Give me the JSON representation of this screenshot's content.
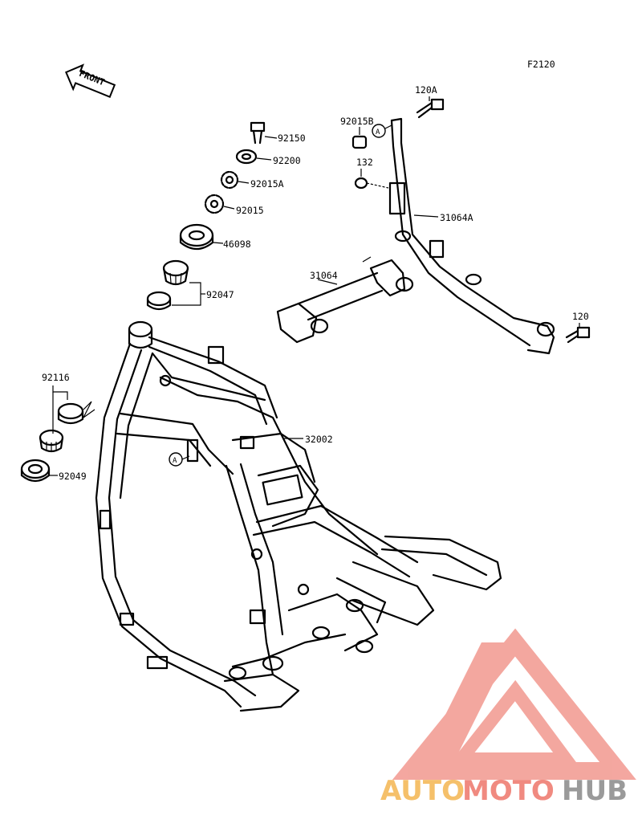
{
  "figure_code": "F2120",
  "front_label": "FRONT",
  "callout_A": "A",
  "parts": {
    "p92150": "92150",
    "p92200": "92200",
    "p92015A": "92015A",
    "p92015": "92015",
    "p46098": "46098",
    "p92047": "92047",
    "p92116": "92116",
    "p92049": "92049",
    "p32002": "32002",
    "p31064": "31064",
    "p31064A": "31064A",
    "p92015B": "92015B",
    "p132": "132",
    "p120A": "120A",
    "p120": "120"
  },
  "watermark": {
    "part1": "AUTO",
    "part2": "MOTO",
    "part3": "HUB",
    "color_orange": "#f5c06a",
    "color_red": "#f08a80",
    "color_gray": "#9a9a9a"
  }
}
